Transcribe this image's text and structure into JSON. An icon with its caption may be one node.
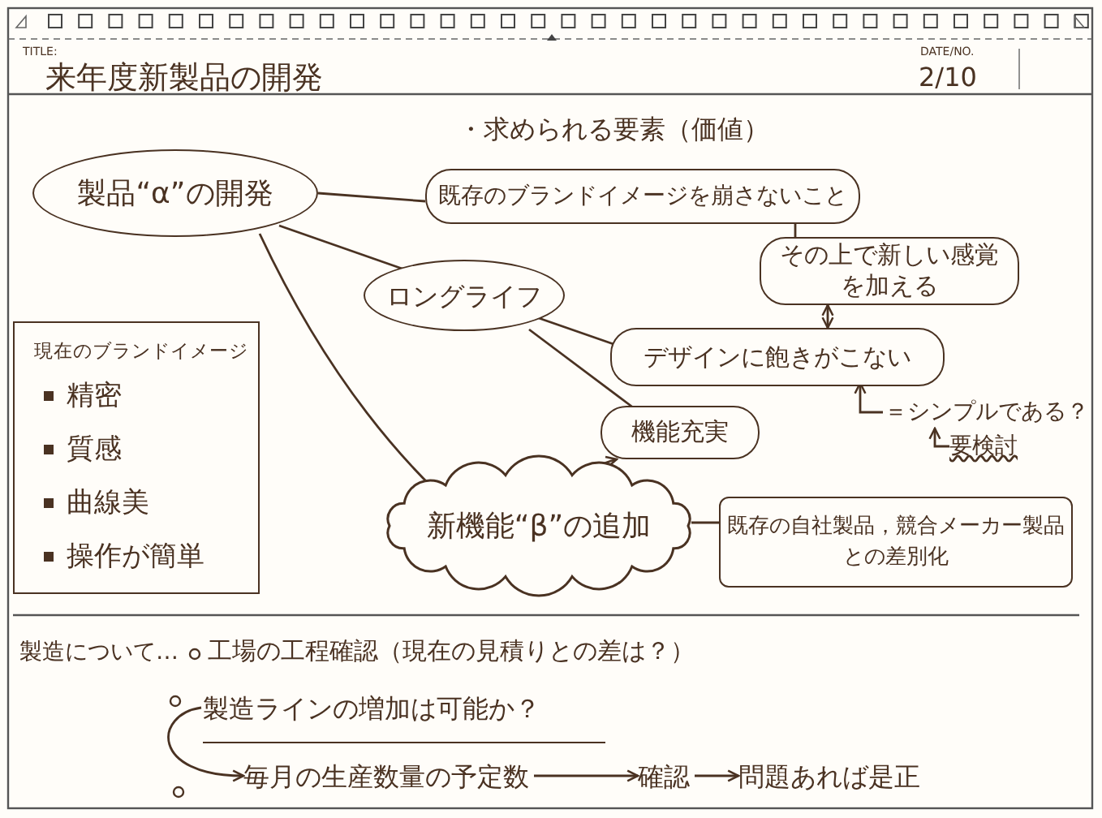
{
  "diagram": {
    "title": "来年度新製品の開発",
    "nodes": [
      {
        "text": [
          "製品“α”の開発"
        ]
      },
      {
        "text": [
          "既存のブランドイメージを崩さないこと"
        ]
      },
      {
        "text": [
          "その上で新しい感覚を加える"
        ]
      },
      {
        "text": [
          "ロングライフ"
        ]
      },
      {
        "text": [
          "デザインに飽きがこない"
        ]
      },
      {
        "text": [
          "機能充実"
        ]
      },
      {
        "text": [
          "新機能“β”の追加"
        ]
      },
      {
        "text": [
          "既存の自社製品，競合メーカー製品との差別化"
        ]
      },
      {
        "text": [
          "現在のブランドイメージ",
          "精密",
          "質感",
          "曲線美",
          "操作が簡単"
        ]
      },
      {
        "text": [
          "＝シンプルである？"
        ]
      },
      {
        "text": [
          "要検討"
        ]
      },
      {
        "text": [
          "製造ラインの増加は可能か？"
        ]
      },
      {
        "text": [
          "毎月の生産数量の予定数"
        ]
      },
      {
        "text": [
          "確認"
        ]
      },
      {
        "text": [
          "問題あれば是正"
        ]
      }
    ],
    "edges": [
      {
        "from": 0,
        "to": 1,
        "arrow": "none"
      },
      {
        "from": 0,
        "to": 3,
        "arrow": "none"
      },
      {
        "from": 0,
        "to": 6,
        "arrow": "none"
      },
      {
        "from": 1,
        "to": 2,
        "arrow": "none"
      },
      {
        "from": 2,
        "to": 4,
        "arrow": "both"
      },
      {
        "from": 3,
        "to": 4,
        "arrow": "none"
      },
      {
        "from": 3,
        "to": 5,
        "arrow": "none"
      },
      {
        "from": 5,
        "to": 6,
        "arrow": "both"
      },
      {
        "from": 6,
        "to": 7,
        "arrow": "none"
      },
      {
        "from": 9,
        "to": 4,
        "arrow": "to"
      },
      {
        "from": 10,
        "to": 9,
        "arrow": "to"
      },
      {
        "from": 11,
        "to": 12,
        "arrow": "to"
      },
      {
        "from": 12,
        "to": 13,
        "arrow": "to"
      },
      {
        "from": 13,
        "to": 14,
        "arrow": "to"
      }
    ],
    "labels": [
      "TITLE:",
      "DATE/NO.",
      "2/10",
      "・求められる要素（価値）",
      "製造について…",
      "工場の工程確認（現在の見積りとの差は？）"
    ]
  }
}
